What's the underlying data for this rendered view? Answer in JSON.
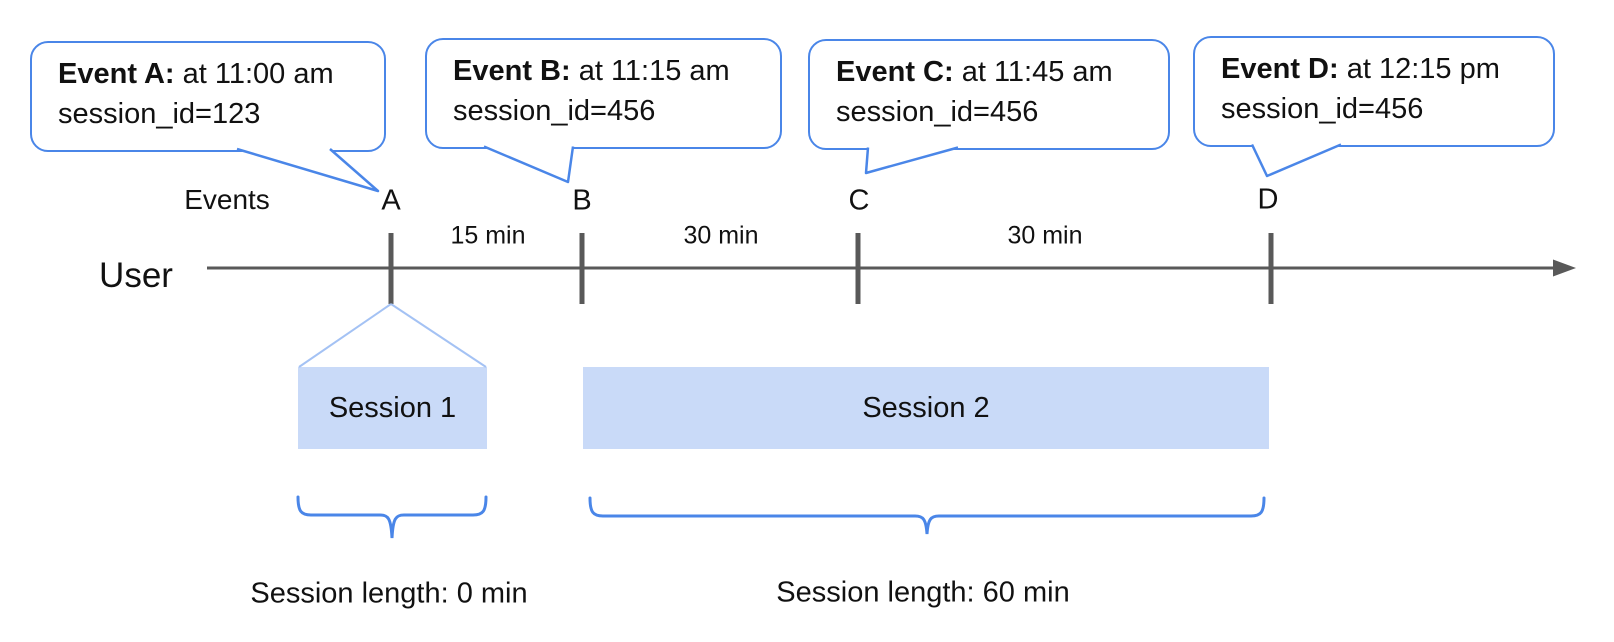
{
  "callouts": [
    {
      "title": "Event A:",
      "time": "at 11:00 am",
      "detail": "session_id=123"
    },
    {
      "title": "Event B:",
      "time": "at 11:15 am",
      "detail": "session_id=456"
    },
    {
      "title": "Event C:",
      "time": "at 11:45 am",
      "detail": "session_id=456"
    },
    {
      "title": "Event D:",
      "time": "at 12:15 pm",
      "detail": "session_id=456"
    }
  ],
  "axis": {
    "events_label": "Events",
    "user_label": "User",
    "markers": [
      "A",
      "B",
      "C",
      "D"
    ],
    "intervals": [
      "15 min",
      "30 min",
      "30 min"
    ]
  },
  "sessions": [
    {
      "name": "Session 1",
      "length": "Session length: 0 min"
    },
    {
      "name": "Session 2",
      "length": "Session length: 60 min"
    }
  ],
  "colors": {
    "accent_blue": "#4a86e8",
    "session_fill": "#c9daf8",
    "funnel_blue": "#a4c2f4",
    "axis_gray": "#595959"
  }
}
